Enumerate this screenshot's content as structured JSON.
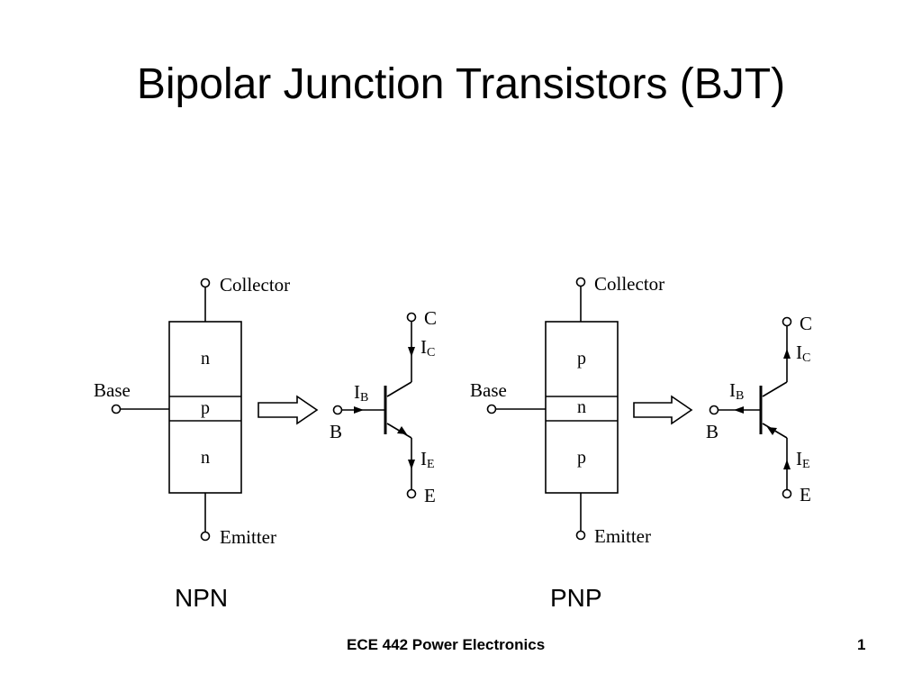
{
  "slide": {
    "title": "Bipolar Junction Transistors (BJT)",
    "footer": "ECE 442 Power Electronics",
    "page_number": "1"
  },
  "npn": {
    "type_label": "NPN",
    "layers": [
      "n",
      "p",
      "n"
    ],
    "collector_label": "Collector",
    "base_label": "Base",
    "emitter_label": "Emitter",
    "symbol": {
      "c_label": "C",
      "b_label": "B",
      "e_label": "E",
      "ic": {
        "main": "I",
        "sub": "C"
      },
      "ib": {
        "main": "I",
        "sub": "B"
      },
      "ie": {
        "main": "I",
        "sub": "E"
      }
    }
  },
  "pnp": {
    "type_label": "PNP",
    "layers": [
      "p",
      "n",
      "p"
    ],
    "collector_label": "Collector",
    "base_label": "Base",
    "emitter_label": "Emitter",
    "symbol": {
      "c_label": "C",
      "b_label": "B",
      "e_label": "E",
      "ic": {
        "main": "I",
        "sub": "C"
      },
      "ib": {
        "main": "I",
        "sub": "B"
      },
      "ie": {
        "main": "I",
        "sub": "E"
      }
    }
  }
}
